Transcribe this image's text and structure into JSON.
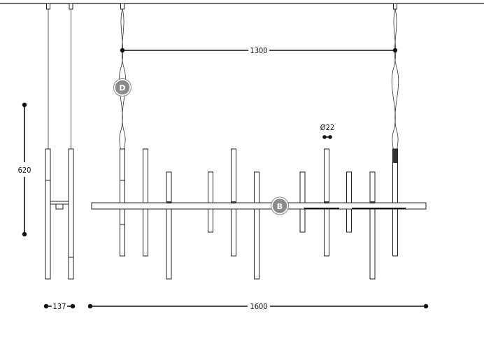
{
  "dimensions": {
    "suspension_spacing": "1300",
    "total_length": "1600",
    "height": "620",
    "depth": "137",
    "diameter": "Ø22"
  },
  "markers": {
    "wire_marker": "D",
    "body_marker": "B"
  },
  "colors": {
    "line": "#222222",
    "badge_fill": "#8a8a8a",
    "background": "#ffffff"
  }
}
